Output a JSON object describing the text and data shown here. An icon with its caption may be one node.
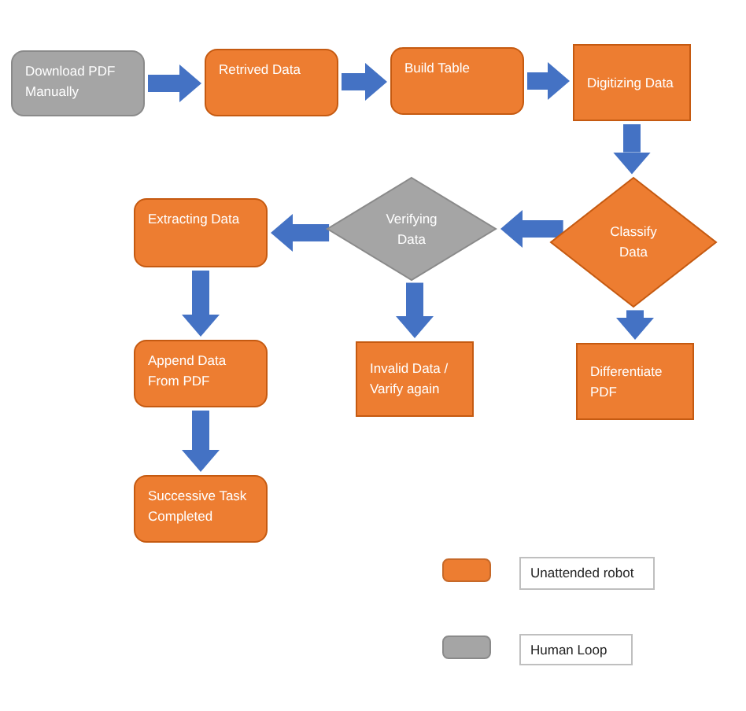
{
  "diagram": {
    "nodes": [
      {
        "text": [
          "Download PDF Manually"
        ]
      },
      {
        "text": [
          "Retrived Data"
        ]
      },
      {
        "text": [
          "Build Table"
        ]
      },
      {
        "text": [
          "Digitizing Data"
        ]
      },
      {
        "text": [
          "Classify Data"
        ]
      },
      {
        "text": [
          "Verifying Data"
        ]
      },
      {
        "text": [
          "Extracting Data"
        ]
      },
      {
        "text": [
          "Append Data From PDF"
        ]
      },
      {
        "text": [
          "Successive Task Completed"
        ]
      },
      {
        "text": [
          "Invalid Data / Varify again"
        ]
      },
      {
        "text": [
          "Differentiate PDF"
        ]
      }
    ],
    "edges": [
      {
        "from": 0,
        "to": 1,
        "arrow": "to"
      },
      {
        "from": 1,
        "to": 2,
        "arrow": "to"
      },
      {
        "from": 2,
        "to": 3,
        "arrow": "to"
      },
      {
        "from": 3,
        "to": 4,
        "arrow": "to"
      },
      {
        "from": 4,
        "to": 5,
        "arrow": "to"
      },
      {
        "from": 5,
        "to": 6,
        "arrow": "to"
      },
      {
        "from": 6,
        "to": 7,
        "arrow": "to"
      },
      {
        "from": 7,
        "to": 8,
        "arrow": "to"
      },
      {
        "from": 5,
        "to": 9,
        "arrow": "to"
      },
      {
        "from": 4,
        "to": 10,
        "arrow": "to"
      }
    ],
    "legend": [
      {
        "text": "Unattended robot",
        "color": "#ed7d31"
      },
      {
        "text": "Human Loop",
        "color": "#a5a5a5"
      }
    ]
  }
}
